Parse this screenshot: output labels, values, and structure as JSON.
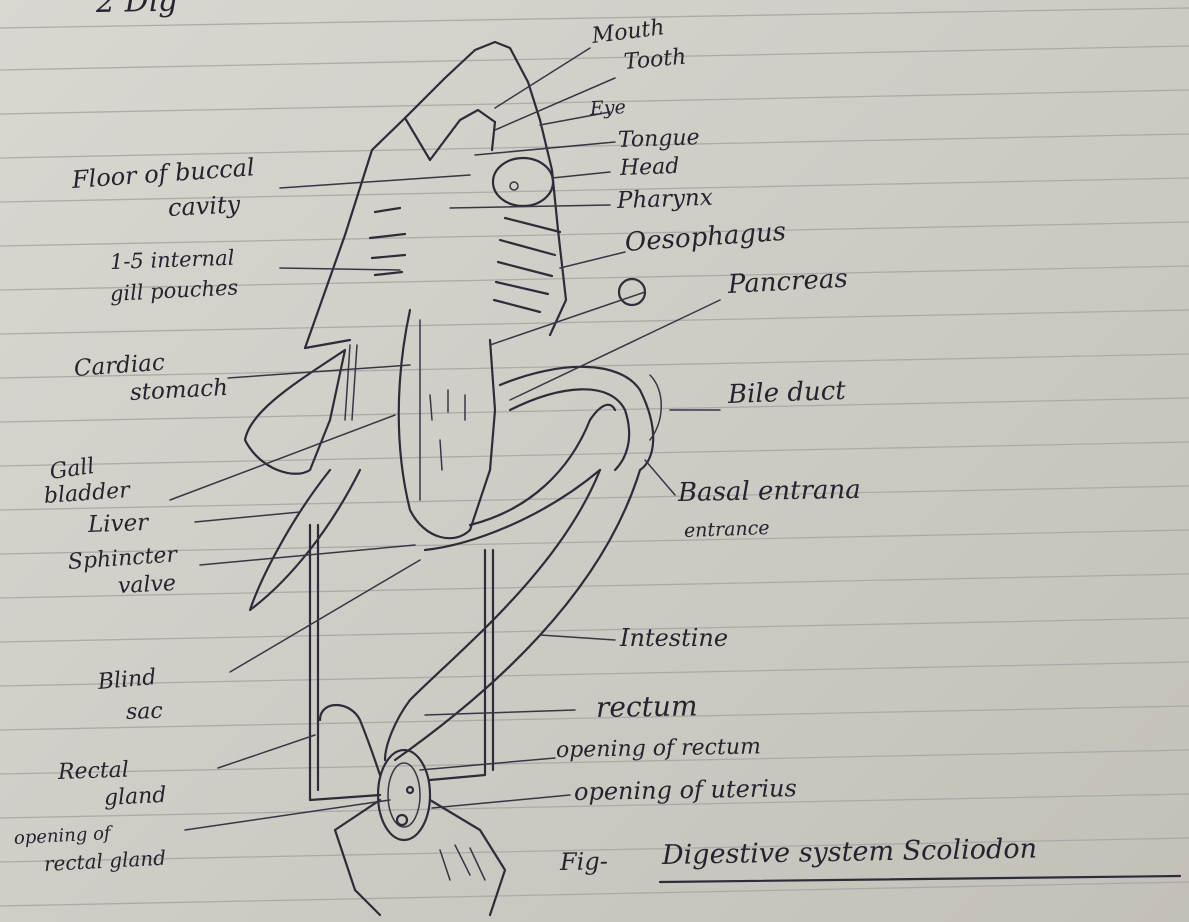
{
  "heading": "2 Dig",
  "diagram": {
    "caption_prefix": "Fig-",
    "caption_title": "Digestive system Scoliodon",
    "labels": {
      "mouth": "Mouth",
      "tooth": "Tooth",
      "eye": "Eye",
      "tongue": "Tongue",
      "head": "Head",
      "pharynx": "Pharynx",
      "oesophagus": "Oesophagus",
      "pancreas": "Pancreas",
      "bile_duct": "Bile duct",
      "basal_entrance_1": "Basal entrana",
      "basal_entrance_2": "entrance",
      "intestine": "Intestine",
      "rectum": "rectum",
      "opening_rectum": "opening of rectum",
      "opening_uterus": "opening of uterius",
      "floor_buccal_1": "Floor of buccal",
      "floor_buccal_2": "cavity",
      "gill_pouches_1": "1-5 internal",
      "gill_pouches_2": "gill pouches",
      "cardiac_stomach_1": "Cardiac",
      "cardiac_stomach_2": "stomach",
      "gall_bladder_1": "Gall",
      "gall_bladder_2": "bladder",
      "liver": "Liver",
      "sphincter_valve_1": "Sphincter",
      "sphincter_valve_2": "valve",
      "blind_sac_1": "Blind",
      "blind_sac_2": "sac",
      "rectal_gland_1": "Rectal",
      "rectal_gland_2": "gland",
      "opening_rectal_gland_1": "opening of",
      "opening_rectal_gland_2": "rectal gland"
    }
  }
}
